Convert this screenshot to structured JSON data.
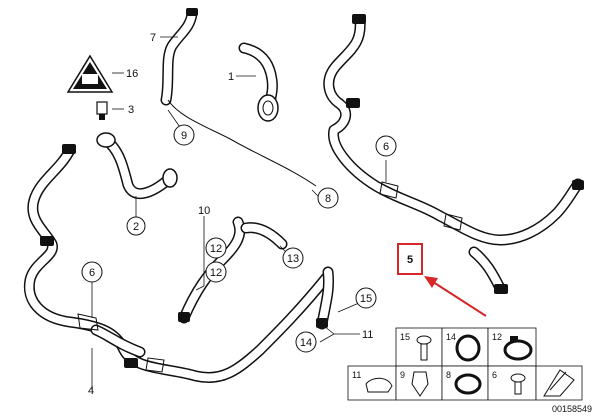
{
  "diagram": {
    "callouts": [
      "1",
      "2",
      "3",
      "4",
      "5",
      "6",
      "6",
      "7",
      "8",
      "9",
      "10",
      "11",
      "12",
      "13",
      "14",
      "15",
      "16"
    ],
    "highlight_label": "5",
    "highlight_color": "#d62828",
    "arrow_color": "#d62828",
    "legend": {
      "cells": [
        "15",
        "14",
        "12",
        "11",
        "9",
        "8",
        "6"
      ]
    },
    "diagram_number": "00158549"
  }
}
